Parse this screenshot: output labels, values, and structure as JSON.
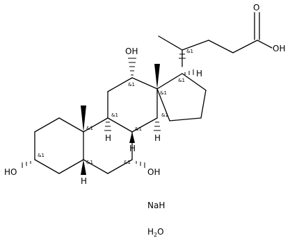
{
  "molecule": {
    "atoms": {
      "acid_oxo": "O",
      "acid_oh": "OH",
      "oh_c12": "OH",
      "oh_c3": "HO",
      "oh_c7": "OH",
      "h_c17": "H",
      "h_c9": "H",
      "h_c8": "H",
      "h_c14": "H",
      "h_c5": "H"
    },
    "stereo_marks": {
      "c20": "&1",
      "c17": "&1",
      "c12": "&1",
      "c13": "&1",
      "c14": "&1",
      "c10": "&1",
      "c9": "&1",
      "c8": "&1",
      "c3": "&1",
      "c5": "&1",
      "c7": "&1"
    },
    "components": {
      "salt": "NaH",
      "water_prefix": "H",
      "water_sub": "2",
      "water_suffix": "O"
    }
  }
}
